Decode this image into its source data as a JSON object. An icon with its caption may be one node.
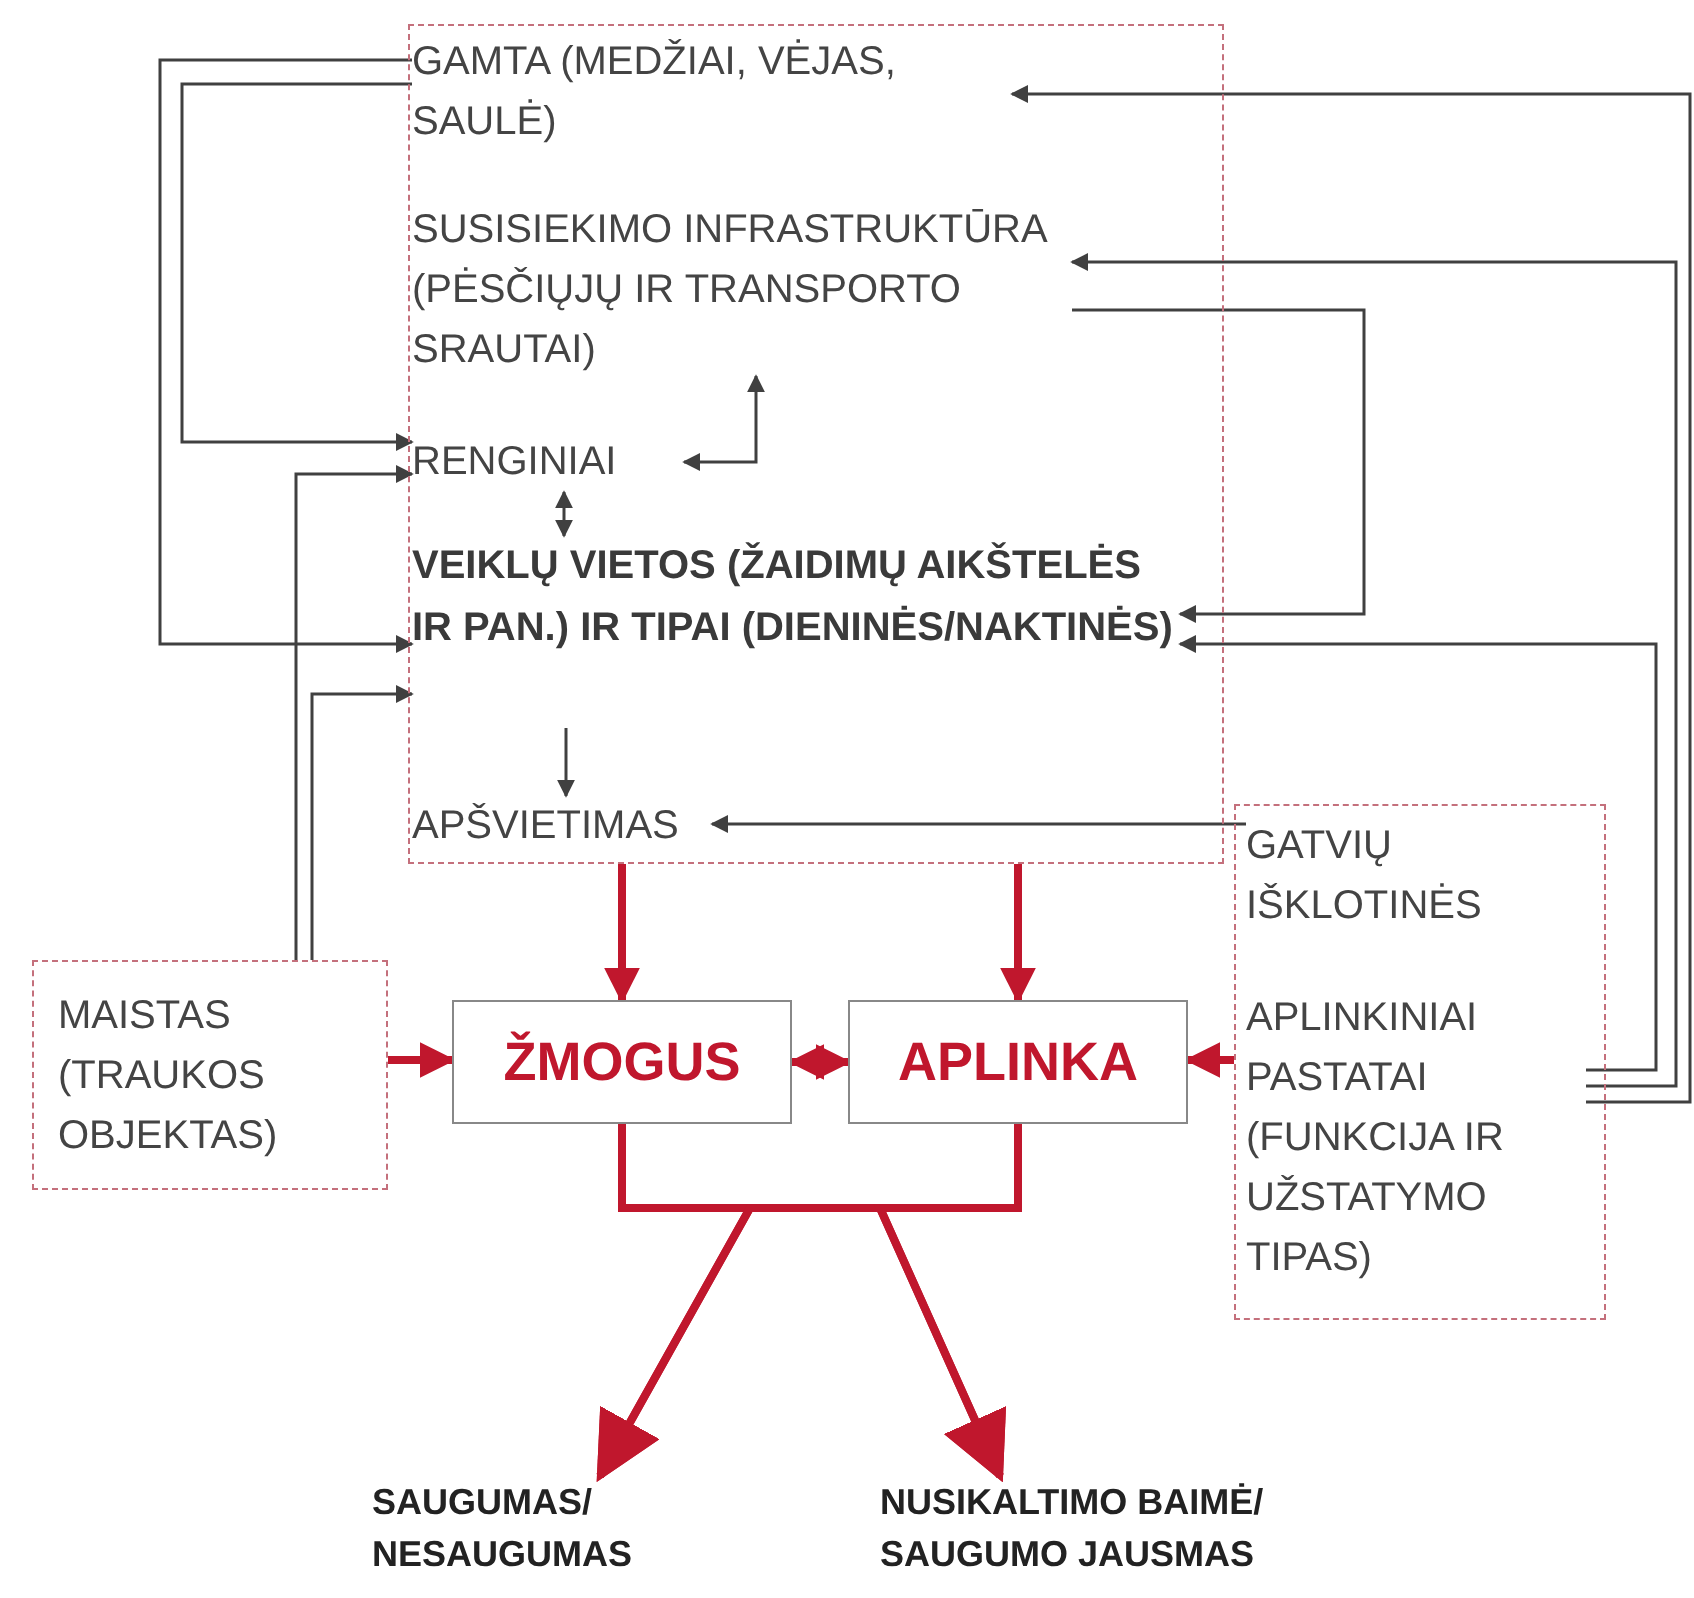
{
  "diagram": {
    "nodes": [
      {
        "text": [],
        "shape": "box"
      },
      {
        "text": [
          "GAMTA (MEDŽIAI, VĖJAS, SAULĖ)"
        ],
        "in": 0
      },
      {
        "text": [
          "SUSISIEKIMO INFRASTRUKTŪRA (PĖSČIŲJŲ IR TRANSPORTO SRAUTAI)"
        ],
        "in": 0
      },
      {
        "text": [
          "RENGINIAI"
        ],
        "in": 0
      },
      {
        "text": [
          "VEIKLŲ VIETOS (ŽAIDIMŲ AIKŠTELĖS IR PAN.) IR TIPAI (DIENINĖS/NAKTINĖS)"
        ],
        "in": 0
      },
      {
        "text": [
          "APŠVIETIMAS"
        ],
        "in": 0
      },
      {
        "text": [
          "MAISTAS (TRAUKOS OBJEKTAS)"
        ]
      },
      {
        "text": [],
        "shape": "box"
      },
      {
        "text": [
          "GATVIŲ IŠKLOTINĖS"
        ],
        "in": 7
      },
      {
        "text": [
          "APLINKINIAI PASTATAI (FUNKCIJA IR UŽSTATYMO TIPAS)"
        ],
        "in": 7
      },
      {
        "text": [
          "ŽMOGUS"
        ]
      },
      {
        "text": [
          "APLINKA"
        ]
      },
      {
        "text": [
          "SAUGUMAS/ NESAUGUMAS"
        ]
      },
      {
        "text": [
          "NUSIKALTIMO BAIMĖ/ SAUGUMO JAUSMAS"
        ]
      }
    ],
    "edges": [
      {
        "from": 1,
        "to": 4,
        "arrow": "to"
      },
      {
        "from": 1,
        "to": 3,
        "arrow": "to"
      },
      {
        "from": 6,
        "to": 3,
        "arrow": "to"
      },
      {
        "from": 6,
        "to": 4,
        "arrow": "to"
      },
      {
        "from": 2,
        "to": 4,
        "arrow": "to"
      },
      {
        "from": 3,
        "to": 2,
        "arrow": "both"
      },
      {
        "from": 3,
        "to": 4,
        "arrow": "both"
      },
      {
        "from": 4,
        "to": 5,
        "arrow": "to"
      },
      {
        "from": 8,
        "to": 5,
        "arrow": "to"
      },
      {
        "from": 9,
        "to": 1,
        "arrow": "to"
      },
      {
        "from": 9,
        "to": 2,
        "arrow": "to"
      },
      {
        "from": 9,
        "to": 4,
        "arrow": "to"
      },
      {
        "from": 0,
        "to": 10,
        "arrow": "to",
        "style": "thick",
        "color": "#c0172d"
      },
      {
        "from": 0,
        "to": 11,
        "arrow": "to",
        "style": "thick",
        "color": "#c0172d"
      },
      {
        "from": 6,
        "to": 10,
        "arrow": "to",
        "style": "thick",
        "color": "#c0172d"
      },
      {
        "from": 7,
        "to": 11,
        "arrow": "to",
        "style": "thick",
        "color": "#c0172d"
      },
      {
        "from": 10,
        "to": 11,
        "arrow": "both",
        "style": "thick",
        "color": "#c0172d"
      },
      {
        "from": 10,
        "to": 12,
        "arrow": "to",
        "style": "thick",
        "color": "#c0172d"
      },
      {
        "from": 10,
        "to": 13,
        "arrow": "to",
        "style": "thick",
        "color": "#c0172d"
      },
      {
        "from": 11,
        "to": 12,
        "arrow": "to",
        "style": "thick",
        "color": "#c0172d"
      },
      {
        "from": 11,
        "to": 13,
        "arrow": "to",
        "style": "thick",
        "color": "#c0172d"
      }
    ]
  }
}
